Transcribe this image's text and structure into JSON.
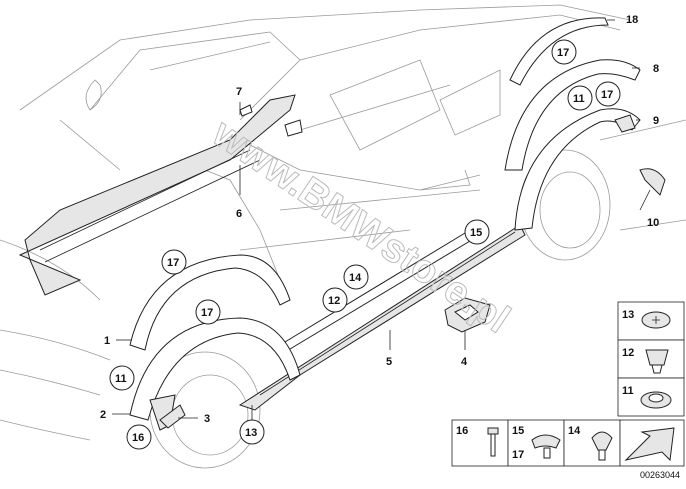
{
  "diagram": {
    "callouts": {
      "c1": "1",
      "c2": "2",
      "c3": "3",
      "c4": "4",
      "c5": "5",
      "c6": "6",
      "c7": "7",
      "c8": "8",
      "c9": "9",
      "c10": "10",
      "c11a": "11",
      "c11b": "11",
      "c12": "12",
      "c13": "13",
      "c14": "14",
      "c15": "15",
      "c16": "16",
      "c17a": "17",
      "c17b": "17",
      "c17c": "17",
      "c17d": "17",
      "c18": "18"
    },
    "legend": {
      "r13": "13",
      "r12": "12",
      "r11": "11",
      "b16": "16",
      "b15": "15",
      "b17": "17",
      "b14": "14"
    },
    "watermark": "www.BMWstore.pl",
    "image_code": "00263044"
  }
}
